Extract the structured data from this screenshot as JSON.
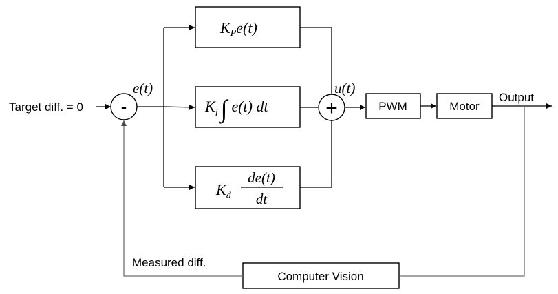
{
  "input_label": "Target diff. = 0",
  "error_signal": "e(t)",
  "sum_minus_symbol": "-",
  "sum_plus_symbol": "+",
  "control_signal": "u(t)",
  "proportional": {
    "gain": "K",
    "sub": "P",
    "term": "e(t)"
  },
  "integral": {
    "gain": "K",
    "sub": "i",
    "integral_sign": "∫",
    "term": "e(t) dt"
  },
  "derivative": {
    "gain": "K",
    "sub": "d",
    "numerator": "de(t)",
    "denominator": "dt"
  },
  "pwm_label": "PWM",
  "motor_label": "Motor",
  "output_label": "Output",
  "feedback_label": "Measured diff.",
  "sensor_label": "Computer Vision"
}
